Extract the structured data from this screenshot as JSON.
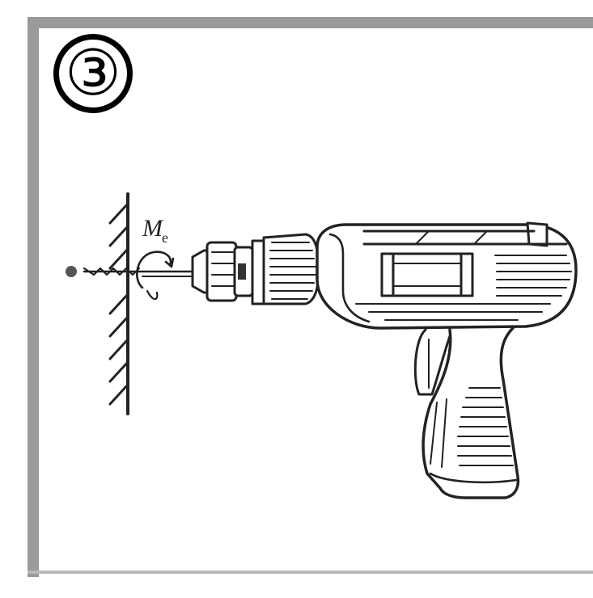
{
  "figure": {
    "number_badge": "③",
    "moment_label": "M",
    "moment_subscript": "e"
  },
  "icons": [
    "drill-illustration",
    "wall-hatching",
    "moment-arrow-icon"
  ]
}
